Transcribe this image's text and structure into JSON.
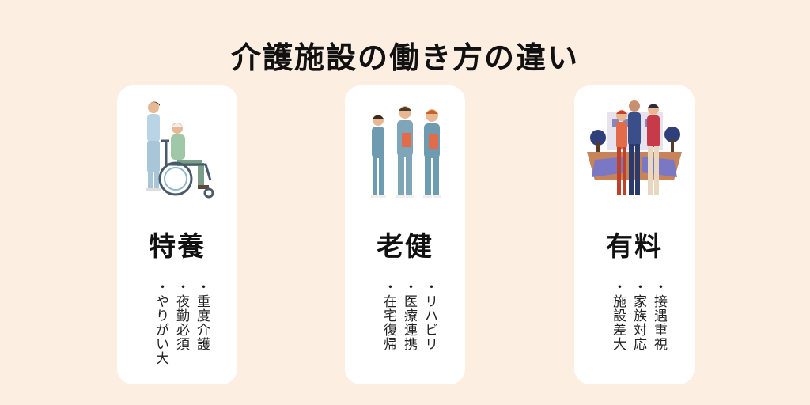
{
  "title": "介護施設の働き方の違い",
  "cards": [
    {
      "title": "特養",
      "illustration": "caregiver-pushing-wheelchair",
      "bullets": [
        "・重度介護",
        "・夜勤必須",
        "・やりがい大"
      ]
    },
    {
      "title": "老健",
      "illustration": "medical-staff-group",
      "bullets": [
        "・リハビリ",
        "・医療連携",
        "・在宅復帰"
      ]
    },
    {
      "title": "有料",
      "illustration": "staff-greeting-family",
      "bullets": [
        "・接遇重視",
        "・家族対応",
        "・施設差大"
      ]
    }
  ],
  "colors": {
    "background": "#fdeee2",
    "card": "#ffffff",
    "text": "#111111"
  }
}
